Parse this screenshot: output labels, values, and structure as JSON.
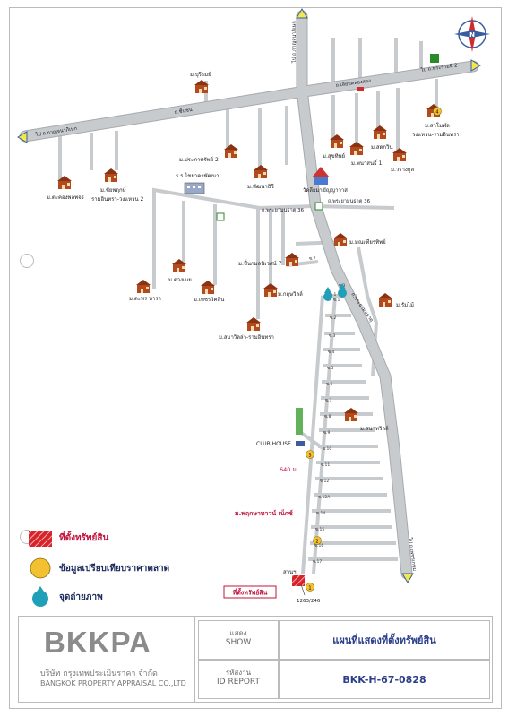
{
  "map": {
    "roads": {
      "main_road_west_end": "ไป ถ.กาญจนาภิเษก",
      "main_road_east_end": "ไป ถ.พระรามที่ 2",
      "north_road_end": "ไป ถ.กาญจนาภิเษก",
      "south_road_end": "ไป ถ.เพชรเกษม",
      "main_road": "ถ.ชื่นชน",
      "main_road_east": "ถ.เลียบคลองสอง",
      "secondary_road": "ถ.พระยามนธาตุ 36",
      "secondary_road_east": "ถ.พระยามนธาตุ 36",
      "diagonal_road": "ถ.พระยามนธาตุ"
    },
    "places": [
      {
        "name": "ม.บุรีรมย์"
      },
      {
        "name": "ม.ประภาทรัพย์ 2"
      },
      {
        "name": "ม.พัฒนาธิวี"
      },
      {
        "name": "ม.สุขทิพย์"
      },
      {
        "name": "ม.พนาสนธิ์ 1"
      },
      {
        "name": "ม.สดกวิน"
      },
      {
        "name": "ม.วรางกูล"
      },
      {
        "name": "ม.สาโมฬล"
      },
      {
        "name": "วงแหวน-รามอินทรา"
      },
      {
        "name": "ม.ตะคองพลพจร"
      },
      {
        "name": "ม.ชัยพฤกษ์"
      },
      {
        "name": "รามอินทรา-วงแหวน 2"
      },
      {
        "name": "ร.ร.ไชยาคาพัฒนา"
      },
      {
        "name": "วัดลียมาขัญญาวาส"
      },
      {
        "name": "ม.มณเฑียรทิพย์"
      },
      {
        "name": "ม.ชื่นกมลนิเวศน์ 7"
      },
      {
        "name": "ม.กฤษวิลล์"
      },
      {
        "name": "ม.รัมไม้"
      },
      {
        "name": "ม.ดวงเนย"
      },
      {
        "name": "ม.ตะพร บารา"
      },
      {
        "name": "ม.เพชรวิคลิน"
      },
      {
        "name": "ม.สมาวิลล่า-รามอินทรา"
      },
      {
        "name": "ม.สนาทวิลล์"
      },
      {
        "name": "CLUB HOUSE"
      },
      {
        "name": "ม.พฤกษาทาวน์ เน็กซ์"
      },
      {
        "name": "สวนฯ"
      }
    ],
    "sois": [
      "ซ.1",
      "ซ.2",
      "ซ.3",
      "ซ.4",
      "ซ.5",
      "ซ.6",
      "ซ.7",
      "ซ.8",
      "ซ.9",
      "ซ.10",
      "ซ.11",
      "ซ.12",
      "ซ.12A",
      "ซ.14",
      "ซ.15",
      "ซ.16",
      "ซ.17"
    ],
    "soi_markers": [
      "ซ.7",
      "ซ.3",
      "ซ.1"
    ],
    "distance_label": "640 ม.",
    "subject_label": "ที่ตั้งทรัพย์สิน",
    "subject_code": "1263/246",
    "comparable_numbers": [
      "4",
      "3",
      "2",
      "1"
    ],
    "compass_letter": "N",
    "colors": {
      "road": "#c8cbce",
      "road_edge": "#9fa3a7",
      "house": "#b24a1e",
      "marker_yellow": "#f2c030",
      "marker_blue": "#1f9fb8",
      "subject_red": "#d8232a",
      "label_red": "#c0143c",
      "green_zone": "#62b25a"
    }
  },
  "legend": {
    "subject": "ที่ตั้งทรัพย์สิน",
    "comparable": "ข้อมูลเปรียบเทียบราคาตลาด",
    "photo": "จุดถ่ายภาพ"
  },
  "footer": {
    "logo": "BKKPA",
    "company_th": "บริษัท กรุงเทพประเมินราคา จำกัด",
    "company_en": "BANGKOK PROPERTY APPRAISAL CO.,LTD",
    "show_th": "แสดง",
    "show_en": "SHOW",
    "show_value": "แผนที่แสดงที่ตั้งทรัพย์สิน",
    "id_th": "รหัสงาน",
    "id_en": "ID REPORT",
    "id_value": "BKK-H-67-0828"
  }
}
